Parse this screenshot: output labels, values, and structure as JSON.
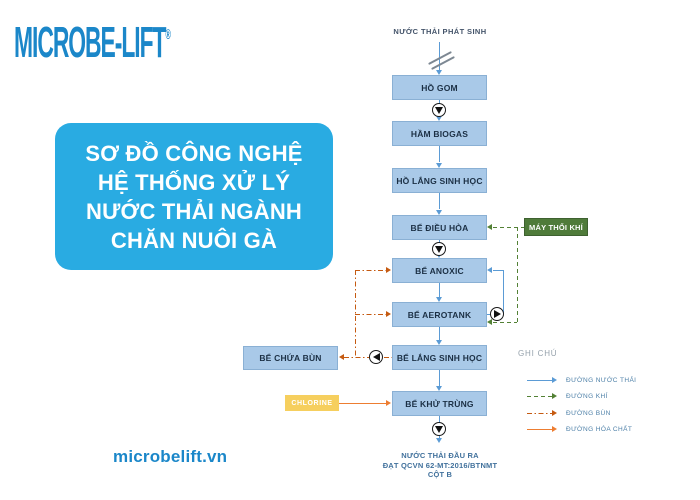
{
  "brand": {
    "logo_text": "MICROBE-LIFT",
    "registered_mark": "®",
    "website": "microbelift.vn"
  },
  "banner": {
    "lines": [
      "SƠ ĐỒ CÔNG NGHỆ",
      "HỆ THỐNG XỬ LÝ",
      "NƯỚC THẢI NGÀNH",
      "CHĂN NUÔI GÀ"
    ]
  },
  "diagram": {
    "input_label": "NƯỚC THẢI PHÁT SINH",
    "stages": [
      "HỒ GOM",
      "HẦM BIOGAS",
      "HỒ LẮNG SINH HỌC",
      "BỂ ĐIỀU HÒA",
      "BỂ ANOXIC",
      "BỂ AEROTANK",
      "BỂ LẮNG SINH HỌC",
      "BỂ KHỬ TRÙNG"
    ],
    "blower_label": "MÁY THỔI KHÍ",
    "sludge_tank_label": "BỂ CHỨA BÙN",
    "chemical_label": "CHLORINE",
    "output_label_lines": [
      "NƯỚC THẢI ĐẦU RA",
      "ĐẠT QCVN 62-MT:2016/BTNMT",
      "CỘT B"
    ],
    "legend": {
      "title": "GHI CHÚ",
      "items": [
        {
          "label": "ĐƯỜNG NƯỚC THẢI",
          "line_style": "solid",
          "color": "#5b9bd5"
        },
        {
          "label": "ĐƯỜNG KHÍ",
          "line_style": "dashed",
          "color": "#538135"
        },
        {
          "label": "ĐƯỜNG BÙN",
          "line_style": "dash-dot",
          "color": "#c55a11"
        },
        {
          "label": "ĐƯỜNG HÓA CHẤT",
          "line_style": "solid",
          "color": "#ed7d31"
        }
      ]
    }
  },
  "colors": {
    "brand-blue": "#1b87c9",
    "banner-blue": "#29abe2",
    "box-fill": "#a9c9e8",
    "box-border": "#8ab0d4",
    "box-text": "#1b2f44",
    "flow-blue": "#5b9bd5",
    "air-green": "#538135",
    "blower-green": "#4f7b3a",
    "sludge-orange": "#c55a11",
    "chem-orange": "#ed7d31",
    "chlorine-yellow": "#f6cf5e",
    "label-navy": "#44546a",
    "output-blue": "#41719c",
    "legend-text": "#4e80a8"
  }
}
